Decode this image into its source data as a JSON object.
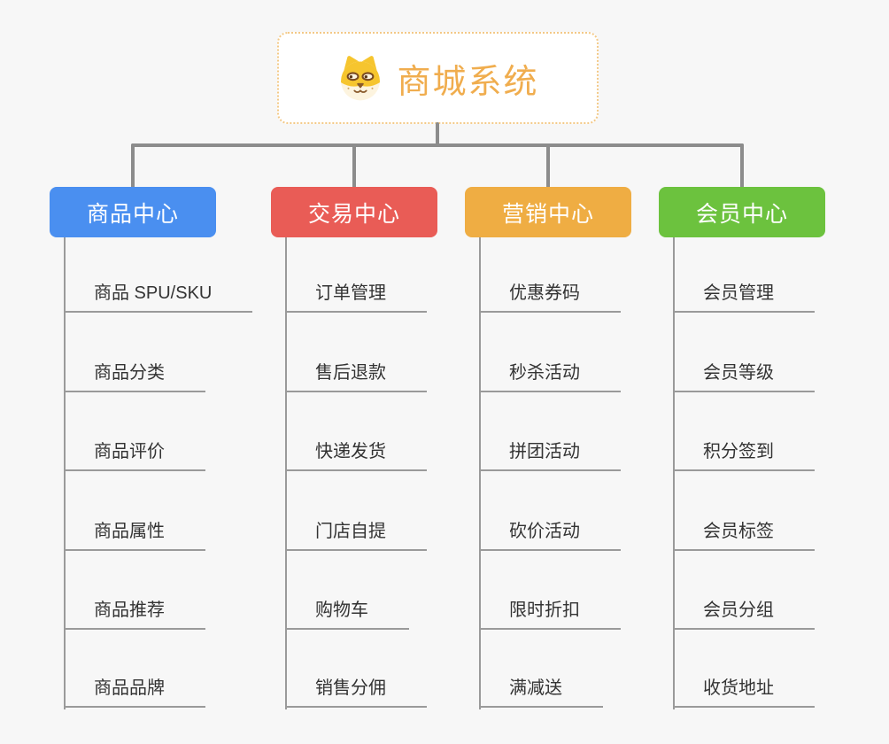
{
  "background": "#f7f7f7",
  "connector_color": "#8c8c8c",
  "leaf_line_color": "#9a9a9a",
  "root": {
    "label": "商城系统",
    "icon": "dog-face-icon",
    "text_color": "#f0ad4e",
    "border_color": "#f3c987",
    "bg": "#ffffff"
  },
  "branches": [
    {
      "label": "商品中心",
      "color": "#4a8ff0",
      "items": [
        "商品 SPU/SKU",
        "商品分类",
        "商品评价",
        "商品属性",
        "商品推荐",
        "商品品牌"
      ]
    },
    {
      "label": "交易中心",
      "color": "#e95c56",
      "items": [
        "订单管理",
        "售后退款",
        "快递发货",
        "门店自提",
        "购物车",
        "销售分佣"
      ]
    },
    {
      "label": "营销中心",
      "color": "#efad43",
      "items": [
        "优惠券码",
        "秒杀活动",
        "拼团活动",
        "砍价活动",
        "限时折扣",
        "满减送"
      ]
    },
    {
      "label": "会员中心",
      "color": "#6cc23e",
      "items": [
        "会员管理",
        "会员等级",
        "积分签到",
        "会员标签",
        "会员分组",
        "收货地址"
      ]
    }
  ]
}
